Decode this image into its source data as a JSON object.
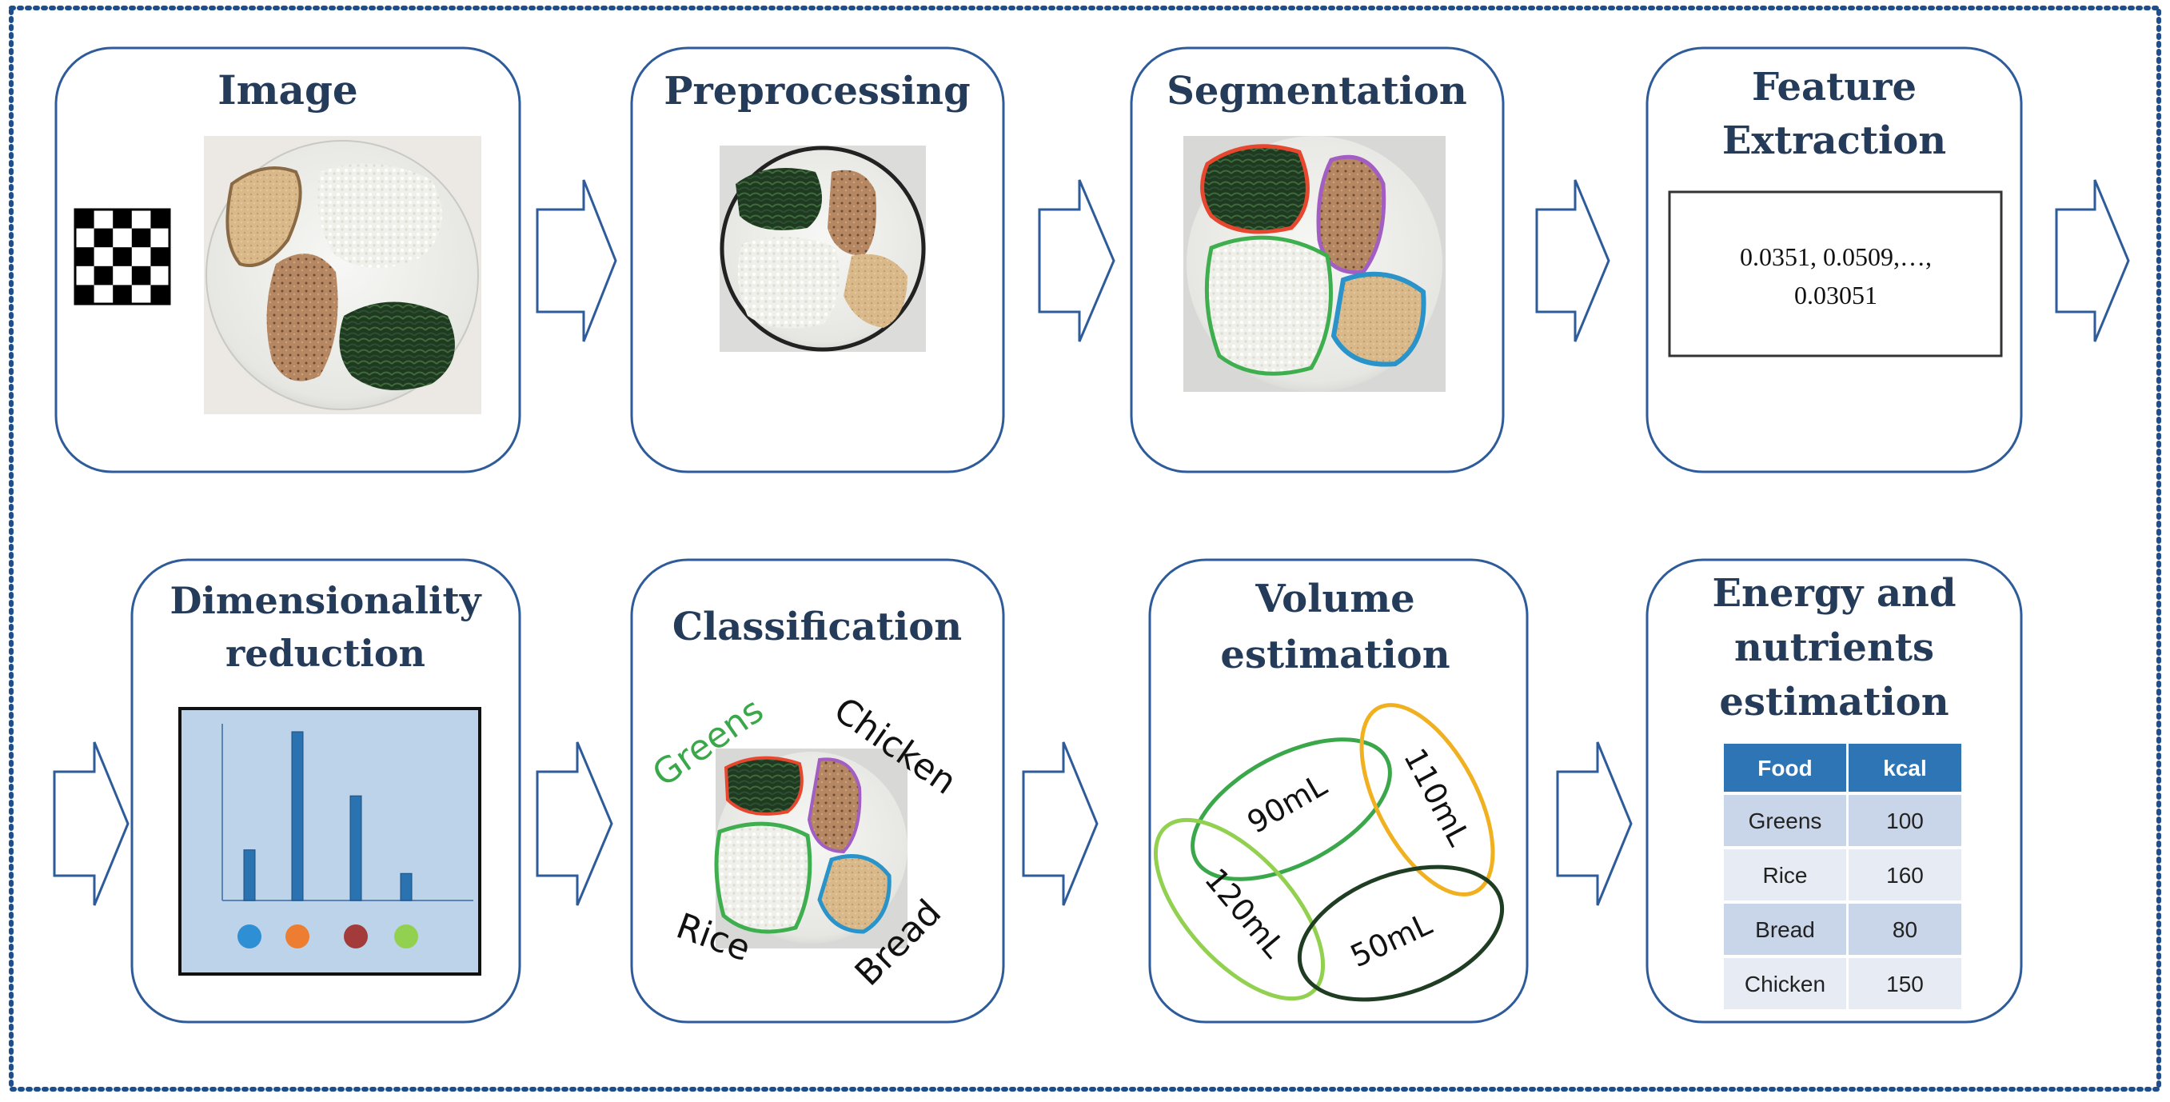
{
  "stages": {
    "image": "Image",
    "preprocessing": "Preprocessing",
    "segmentation": "Segmentation",
    "feature": [
      "Feature",
      "Extraction"
    ],
    "dimensionality": [
      "Dimensionality",
      "reduction"
    ],
    "classification": "Classification",
    "volume": [
      "Volume",
      "estimation"
    ],
    "energy": [
      "Energy and",
      "nutrients",
      "estimation"
    ]
  },
  "feature_values": [
    "0.0351,  0.0509,…,",
    "0.03051"
  ],
  "chart_data": {
    "type": "bar",
    "categories": [
      "blue",
      "orange",
      "dark-red",
      "green"
    ],
    "values": [
      3,
      10,
      6.2,
      1.6
    ],
    "dot_colors": [
      "#2e8fd4",
      "#ed7d31",
      "#a33b3b",
      "#92d050"
    ]
  },
  "food_labels": {
    "greens": "Greens",
    "chicken": "Chicken",
    "rice": "Rice",
    "bread": "Bread"
  },
  "volumes": {
    "v90": "90mL",
    "v110": "110mL",
    "v120": "120mL",
    "v50": "50mL"
  },
  "table": {
    "headers": [
      "Food",
      "kcal"
    ],
    "rows": [
      [
        "Greens",
        "100"
      ],
      [
        "Rice",
        "160"
      ],
      [
        "Bread",
        "80"
      ],
      [
        "Chicken",
        "150"
      ]
    ]
  },
  "colors": {
    "box_border": "#2e5b9a",
    "title": "#253b5a",
    "frame": "#1f4e8c",
    "table_header": "#2e75b6"
  }
}
